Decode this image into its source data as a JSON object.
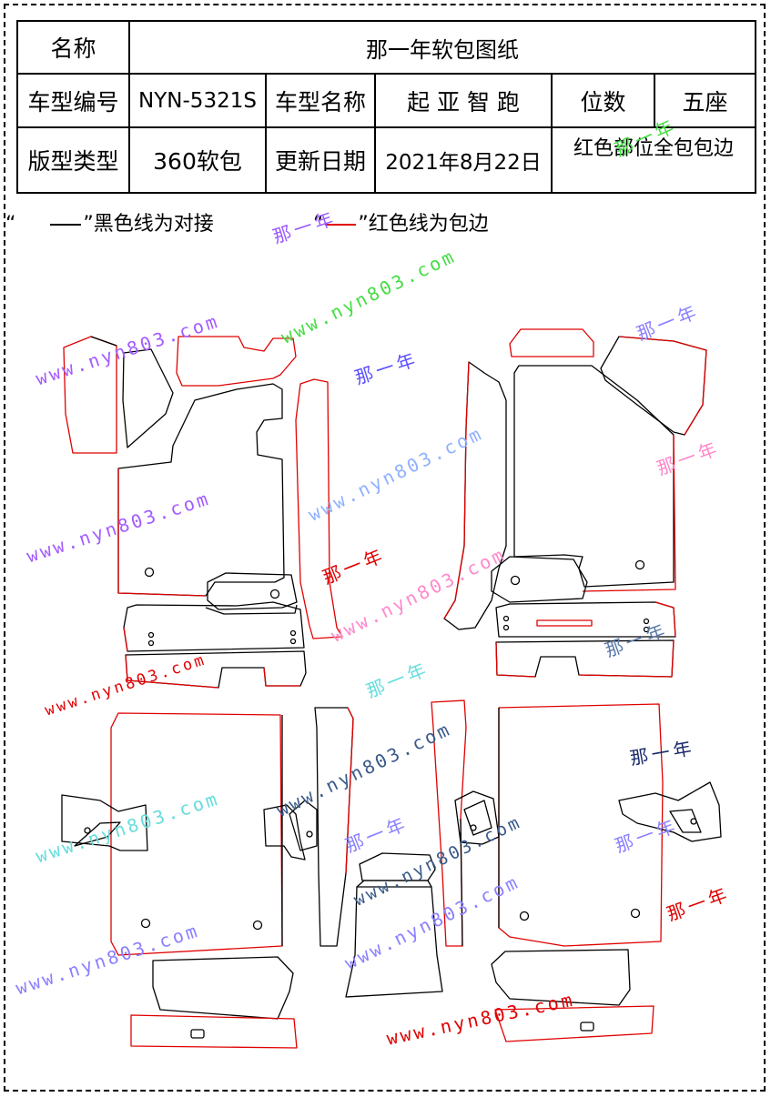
{
  "header": {
    "name_label": "名称",
    "name_value": "那一年软包图纸",
    "model_code_label": "车型编号",
    "model_code_value": "NYN-5321S",
    "model_name_label": "车型名称",
    "model_name_value": "起 亚 智 跑",
    "seats_label": "位数",
    "seats_value": "五座",
    "version_label": "版型类型",
    "version_value": "360软包",
    "date_label": "更新日期",
    "date_value": "2021年8月22日",
    "note_value": "红色部位全包包边"
  },
  "legend": {
    "black_open": "“",
    "black_text": "”黑色线为对接",
    "red_open": "“",
    "red_text": "”红色线为包边"
  },
  "watermarks": {
    "url": "www.nyn803.com",
    "brand": "那一年"
  },
  "colors": {
    "join_line": "#000000",
    "edge_line": "#e00000"
  }
}
